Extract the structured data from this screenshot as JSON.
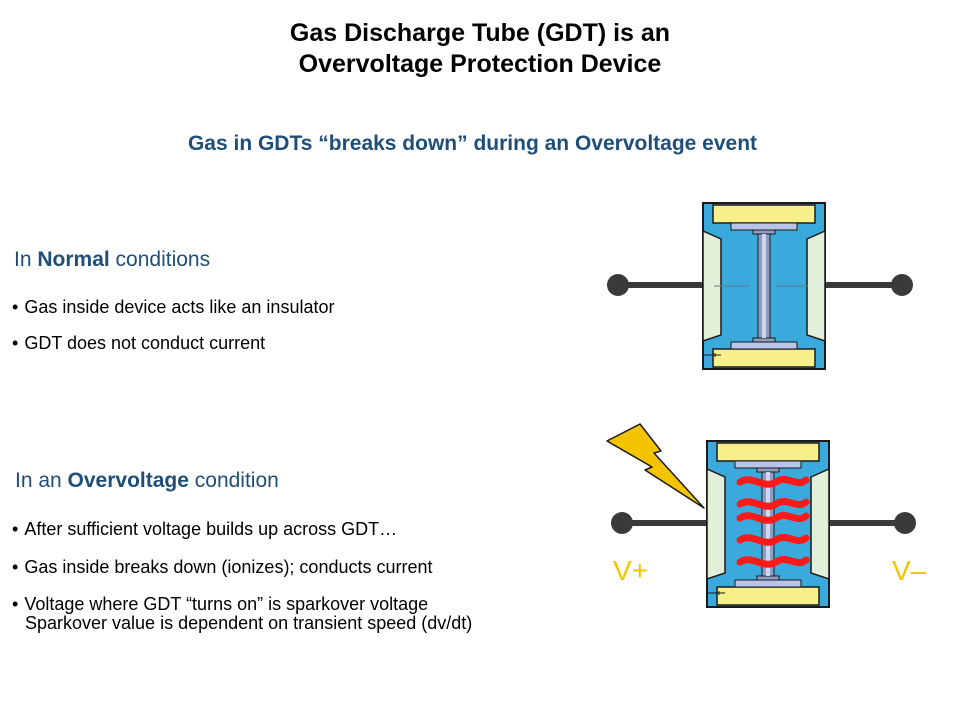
{
  "title": {
    "line1": "Gas Discharge Tube (GDT) is an",
    "line2": "Overvoltage Protection Device"
  },
  "subtitle": "Gas in GDTs “breaks down” during an Overvoltage event",
  "normal": {
    "prefix": "In ",
    "emphasis": "Normal",
    "suffix": " conditions",
    "bullets": [
      "Gas inside device acts like an insulator",
      "GDT does not conduct current"
    ]
  },
  "overvoltage": {
    "prefix": "In an ",
    "emphasis": "Overvoltage",
    "suffix": " condition",
    "bullets": [
      "After sufficient voltage builds up across GDT…",
      "Gas inside breaks down (ionizes); conducts current",
      "Voltage where GDT “turns on” is sparkover voltage"
    ],
    "note": "Sparkover value is dependent on transient speed (dv/dt)"
  },
  "terminals": {
    "positive": "V+",
    "negative": "V–"
  },
  "colors": {
    "accent": "#1f4e79",
    "gas": "#3aa9dc",
    "electrode_cap": "#f7f08a",
    "insulator": "#e2efd9",
    "spark": "#ff1a1a",
    "lightning": "#f5c400"
  }
}
